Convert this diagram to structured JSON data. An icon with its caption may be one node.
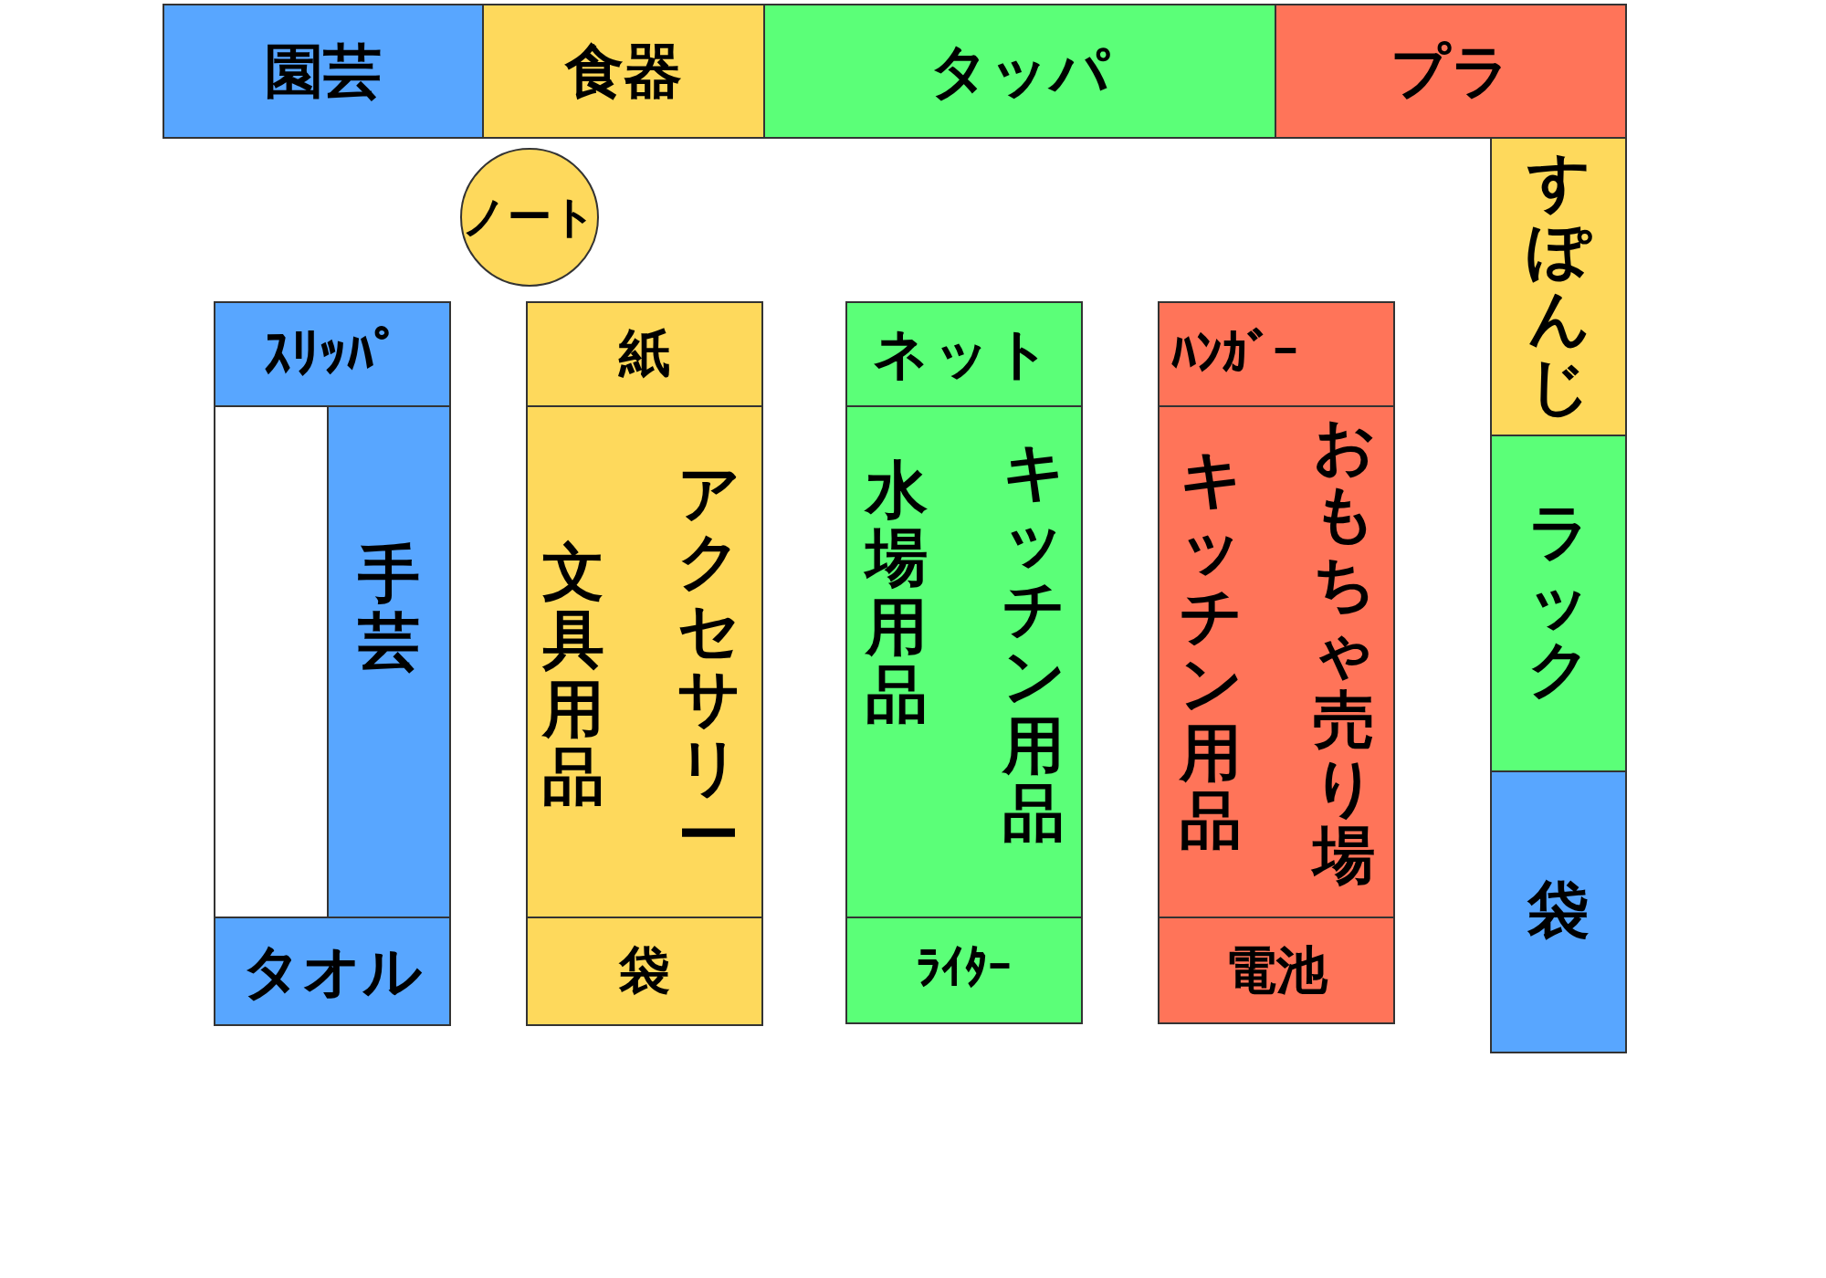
{
  "diagram": {
    "nodes": [
      {
        "text": [
          "園芸"
        ]
      },
      {
        "text": [
          "食器"
        ]
      },
      {
        "text": [
          "タッパ"
        ]
      },
      {
        "text": [
          "プラ"
        ]
      },
      {
        "text": [
          "すぽんじ"
        ]
      },
      {
        "text": [
          "ラック"
        ]
      },
      {
        "text": [
          "袋"
        ]
      },
      {
        "text": [
          "ノート"
        ]
      },
      {
        "text": [
          "ｽﾘｯﾊﾟ"
        ]
      },
      {
        "text": [],
        "shape": "box"
      },
      {
        "text": [
          "手芸"
        ]
      },
      {
        "text": [
          "タオル"
        ]
      },
      {
        "text": [
          "紙"
        ]
      },
      {
        "text": [
          "文具用品",
          "アクセサリー"
        ]
      },
      {
        "text": [
          "袋"
        ]
      },
      {
        "text": [
          "ネット"
        ]
      },
      {
        "text": [
          "水場用品",
          "キッチン用品"
        ]
      },
      {
        "text": [
          "ﾗｲﾀｰ"
        ]
      },
      {
        "text": [
          "ﾊﾝｶﾞｰ"
        ]
      },
      {
        "text": [
          "キッチン用品",
          "おもちゃ売り場"
        ]
      },
      {
        "text": [
          "電池"
        ]
      }
    ]
  }
}
